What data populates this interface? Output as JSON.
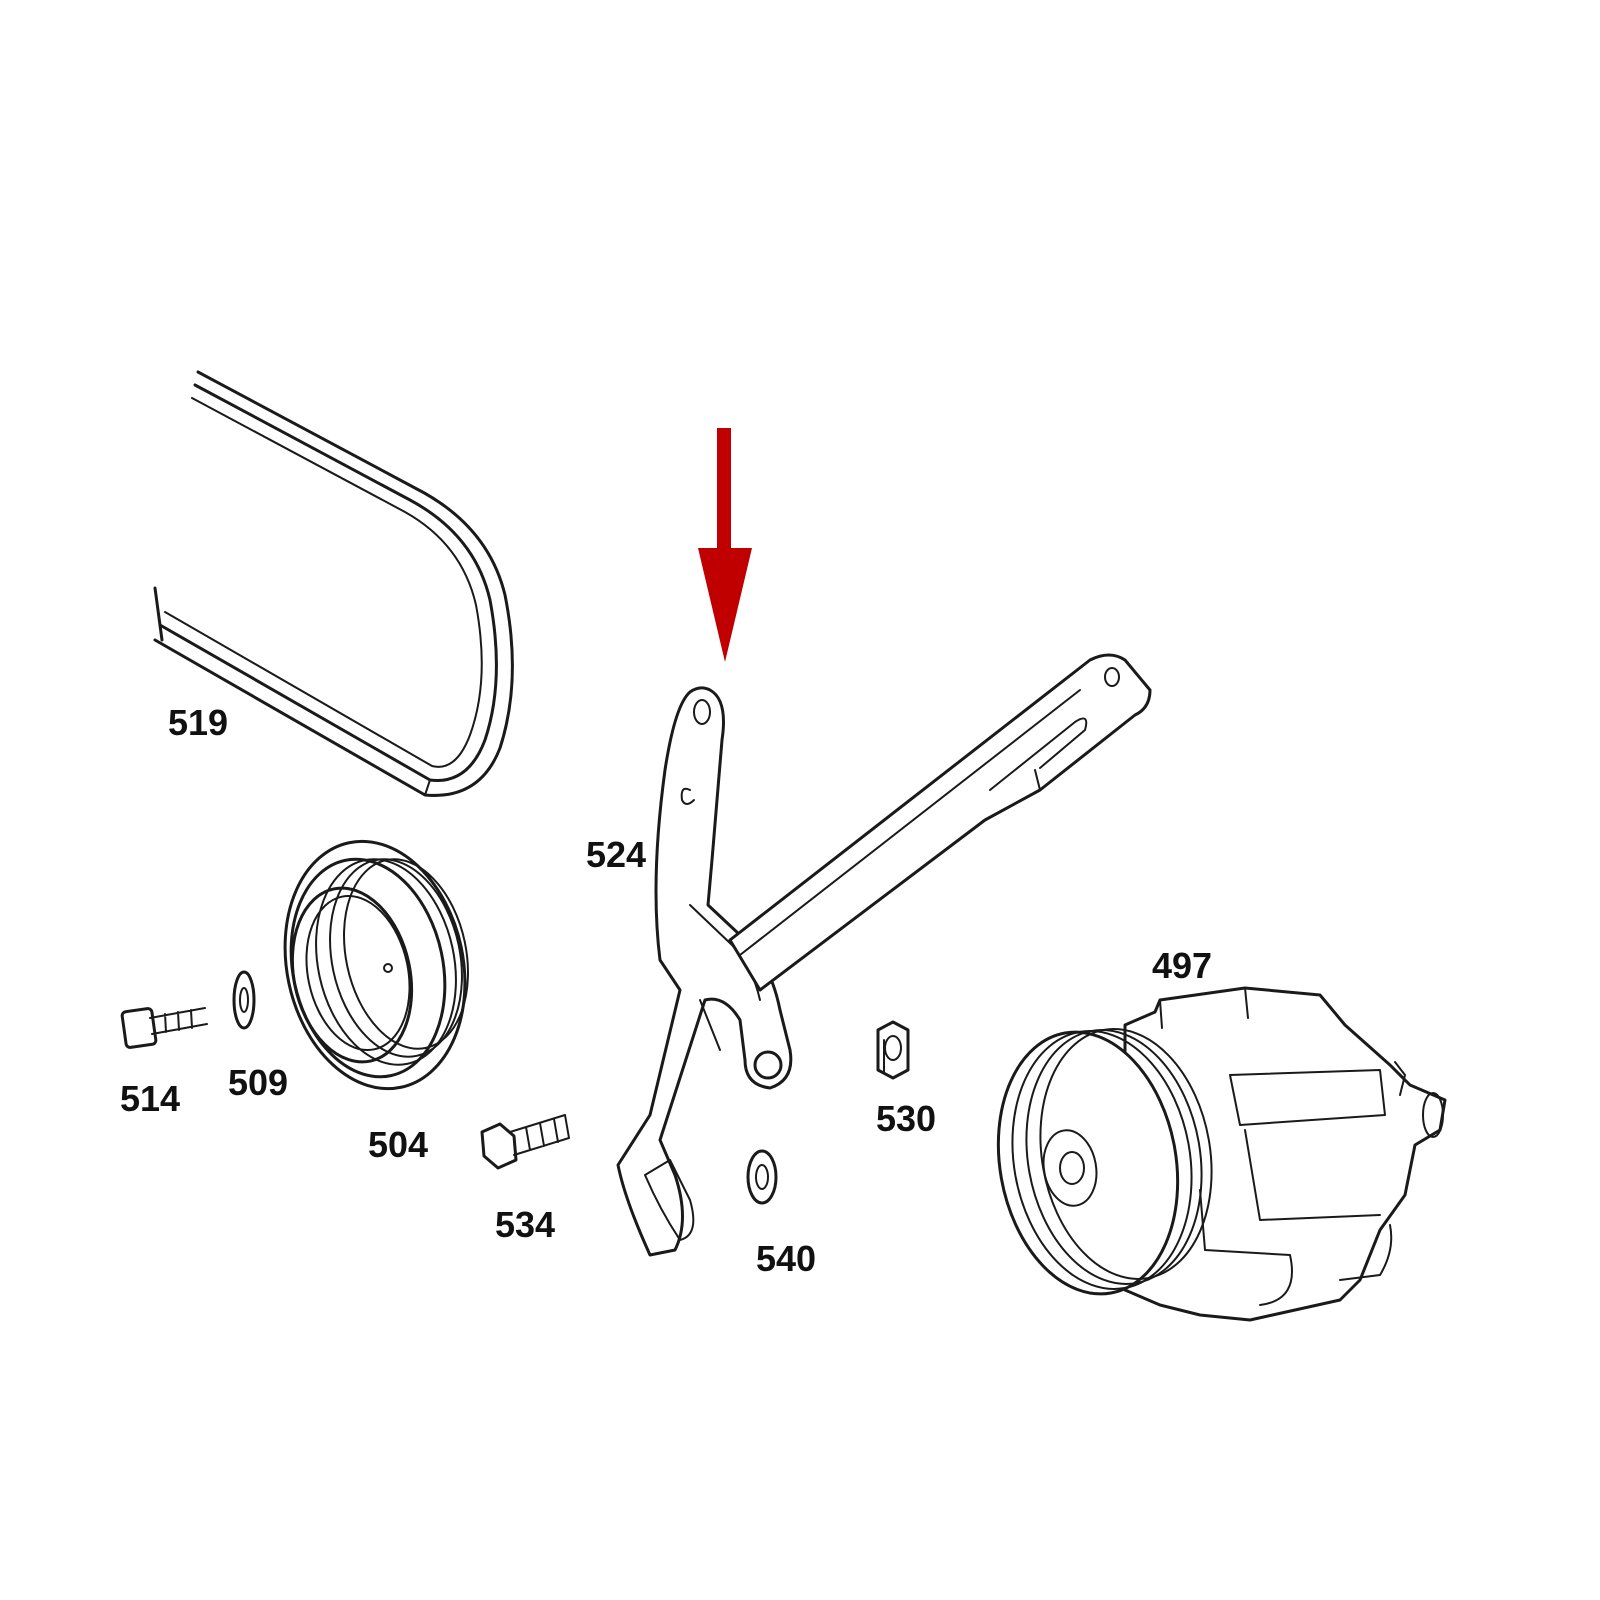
{
  "colors": {
    "background": "#ffffff",
    "line": "#1a1a1a",
    "arrow": "#c00000"
  },
  "callouts": {
    "belt": "519",
    "bracket": "524",
    "pulley": "504",
    "bolt_small": "514",
    "washer_small": "509",
    "bolt": "534",
    "washer": "540",
    "nut": "530",
    "compressor": "497"
  },
  "indicator": {
    "icon": "arrow-down-icon",
    "points_to": "524"
  }
}
